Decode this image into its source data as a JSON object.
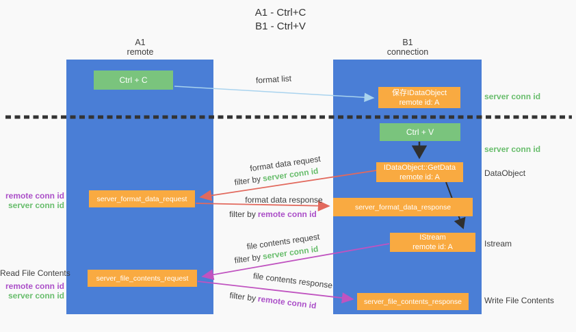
{
  "colors": {
    "bg": "#f9f9f9",
    "panel-blue": "#4a7ed6",
    "box-green": "#7ac47d",
    "box-orange": "#f9aa41",
    "text-dark": "#3d3d3d",
    "green-text": "#68bd6c",
    "purple-text": "#ab4fc8",
    "arrow-blue": "#a9d3ee",
    "arrow-red": "#e2695d",
    "arrow-magenta": "#c053c0",
    "arrow-black": "#2f2f2f",
    "dash": "#333333"
  },
  "title": {
    "line1": "A1 - Ctrl+C",
    "line2": "B1 - Ctrl+V"
  },
  "columns": {
    "a1": {
      "name": "A1",
      "subtitle": "remote"
    },
    "b1": {
      "name": "B1",
      "subtitle": "connection"
    }
  },
  "boxes": {
    "ctrl_c": {
      "label": "Ctrl + C"
    },
    "save_idataobject": {
      "line1": "保存IDataObject",
      "line2": "remote id: A"
    },
    "ctrl_v": {
      "label": "Ctrl + V"
    },
    "getdata": {
      "line1": "IDataObject::GetData",
      "line2": "remote id: A"
    },
    "istream": {
      "line1": "IStream",
      "line2": "remote id: A"
    },
    "server_format_data_request": {
      "label": "server_format_data_request"
    },
    "server_format_data_response": {
      "label": "server_format_data_response"
    },
    "server_file_contents_request": {
      "label": "server_file_contents_request"
    },
    "server_file_contents_response": {
      "label": "server_file_contents_response"
    }
  },
  "flow_labels": {
    "format_list": "format list",
    "format_data_request": "format data request",
    "format_data_response": "format data response",
    "file_contents_request": "file contents request",
    "file_contents_response": "file contents response",
    "filter_by": "filter by",
    "server_conn_id": "server conn id",
    "remote_conn_id": "remote conn id"
  },
  "side_labels": {
    "left": {
      "remote_conn_id": "remote conn id",
      "server_conn_id": "server conn id",
      "read_file_contents": "Read File Contents"
    },
    "right": {
      "server_conn_id": "server conn id",
      "dataobject": "DataObject",
      "istream": "Istream",
      "write_file_contents": "Write File Contents"
    }
  }
}
